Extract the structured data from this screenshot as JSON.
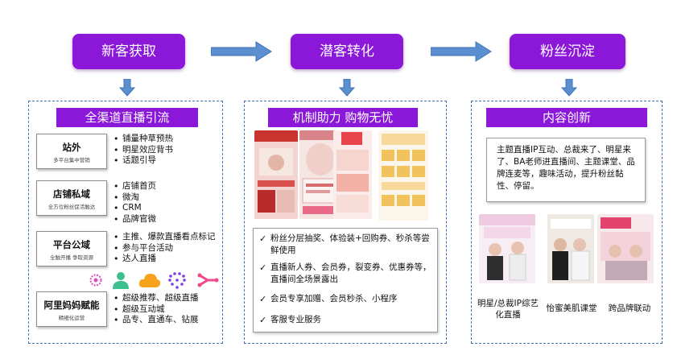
{
  "stages": [
    {
      "label": "新客获取"
    },
    {
      "label": "潜客转化"
    },
    {
      "label": "粉丝沉淀"
    }
  ],
  "col1": {
    "title": "全渠道直播引流",
    "sections": [
      {
        "name": "站外",
        "sub": "多平台集中营销",
        "items": [
          "铺量种草预热",
          "明星效应背书",
          "话题引导"
        ]
      },
      {
        "name": "店铺私域",
        "sub": "全方位粉丝促活触达",
        "items": [
          "店铺首页",
          "微淘",
          "CRM",
          "品牌官微"
        ]
      },
      {
        "name": "平台公域",
        "sub": "全触开播 争取资源",
        "items": [
          "主推、爆款直播看点标记",
          "参与平台活动",
          "达人直播"
        ]
      },
      {
        "name": "阿里妈妈赋能",
        "sub": "精细化运营",
        "items": [
          "超级推荐、超级直播",
          "超级互动城",
          "品专、直通车、钻展"
        ]
      }
    ]
  },
  "col2": {
    "title": "机制助力 购物无忧",
    "checks": [
      {
        "mark": "✓",
        "text": "粉丝分层抽奖、体验装+回购券、秒杀等尝鲜使用"
      },
      {
        "mark": "✓",
        "text": "直播新人券、会员券，裂变券、优惠券等，直播间全场景露出"
      },
      {
        "mark": "✓",
        "text": "会员专享加赠、会员秒杀、小程序"
      },
      {
        "mark": "✓",
        "text": "客服专业服务"
      }
    ]
  },
  "col3": {
    "title": "内容创新",
    "desc": "主题直播IP互动、总裁来了、明星来了、BA老师进直播间、主题课堂、品牌连麦等，趣味活动，提升粉丝黏性、停留。",
    "captions": [
      {
        "text": "明星/总裁IP综艺化直播"
      },
      {
        "text": "怡蜜美肌课堂"
      },
      {
        "text": "跨品牌联动"
      }
    ]
  },
  "colors": {
    "accent": "#8b17d9",
    "arrow": "#5b8fcf",
    "dash": "#3c6fb5"
  },
  "icons": [
    "tmall-circle-icon",
    "user-profile-icon",
    "cloud-icon",
    "dots-diamond-icon",
    "share-nodes-icon"
  ]
}
